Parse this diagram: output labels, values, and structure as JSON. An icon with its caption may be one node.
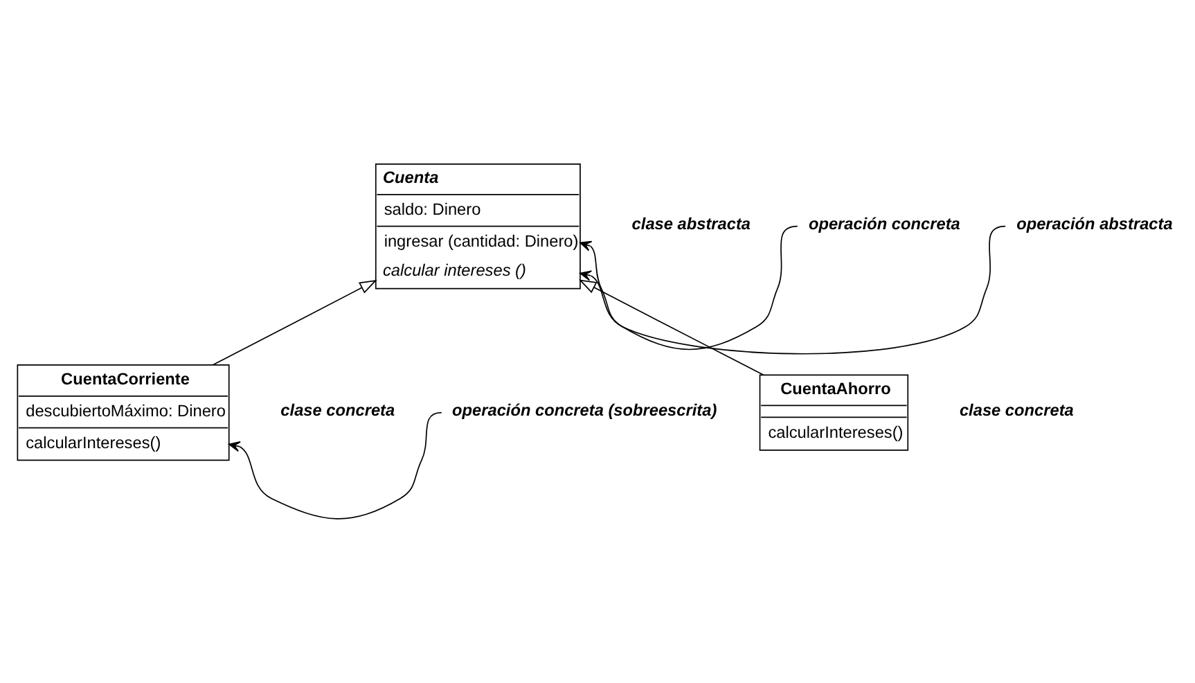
{
  "diagram": {
    "nodes": [
      {
        "text": [
          "Cuenta",
          "saldo: Dinero",
          "ingresar (cantidad: Dinero)",
          "calcular intereses ()"
        ],
        "beside": [
          "clase abstracta"
        ]
      },
      {
        "text": [
          "CuentaCorriente",
          "descubiertoMáximo: Dinero",
          "calcularIntereses()"
        ],
        "beside": [
          "clase concreta"
        ]
      },
      {
        "text": [
          "CuentaAhorro",
          "calcularIntereses()"
        ],
        "beside": [
          "clase concreta"
        ]
      },
      {
        "text": [
          "operación concreta"
        ]
      },
      {
        "text": [
          "operación abstracta"
        ]
      },
      {
        "text": [
          "operación concreta (sobreescrita)"
        ]
      }
    ],
    "edges": [
      {
        "from": 1,
        "to": 0,
        "arrow": "to"
      },
      {
        "from": 2,
        "to": 0,
        "arrow": "to"
      },
      {
        "from": 3,
        "to": 0,
        "arrow": "to"
      },
      {
        "from": 4,
        "to": 0,
        "arrow": "to"
      },
      {
        "from": 5,
        "to": 1,
        "arrow": "to"
      }
    ]
  }
}
